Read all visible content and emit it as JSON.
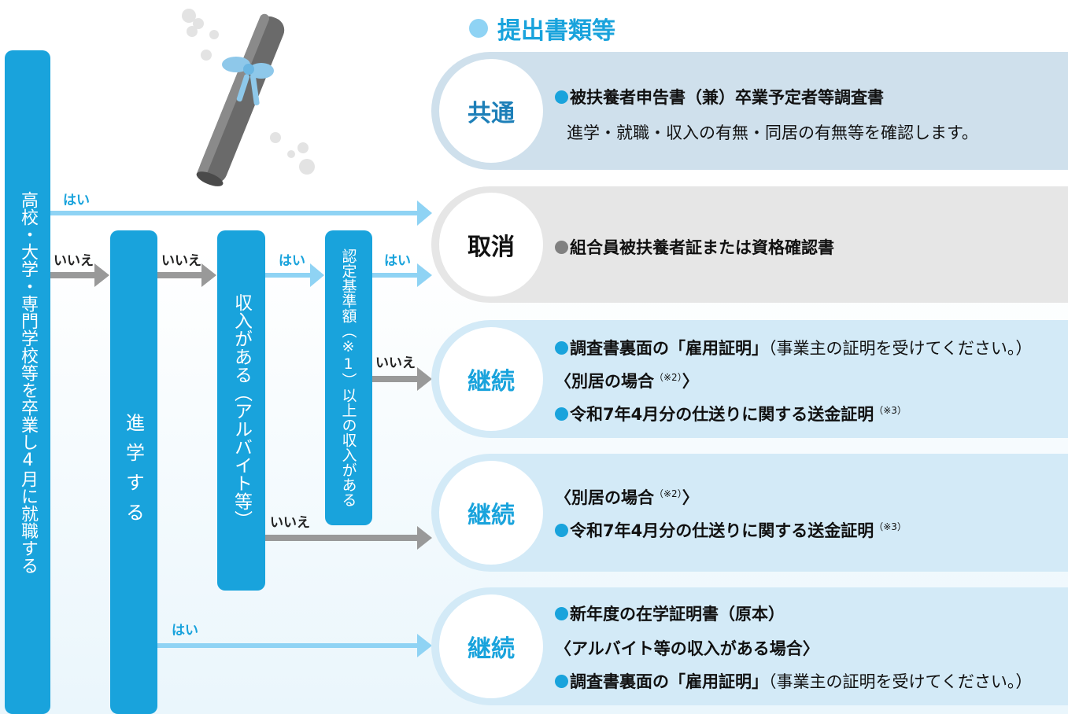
{
  "header": {
    "title": "提出書類等"
  },
  "colors": {
    "accent": "#19a3dc",
    "gray_row": "#e6e6e6",
    "blue_row": "#d3eaf7",
    "common_row": "#cfe0ec",
    "arrow_gray": "#999999"
  },
  "flow": {
    "start": "高校・大学・専門学校等を卒業し4月に就職する",
    "q_study": "進学する",
    "q_income": "収入がある（アルバイト等）",
    "q_threshold": "認定基準額（※1）以上の収入がある",
    "yes": "はい",
    "no": "いいえ"
  },
  "rows": {
    "common": {
      "badge": "共通",
      "item": "被扶養者申告書（兼）卒業予定者等調査書",
      "desc": "進学・就職・収入の有無・同居の有無等を確認します。"
    },
    "cancel": {
      "badge": "取消",
      "item": "組合員被扶養者証または資格確認書"
    },
    "continue1": {
      "badge": "継続",
      "item1": "調査書裏面の「雇用証明」",
      "item1_note": "（事業主の証明を受けてください。）",
      "cond": "〈別居の場合",
      "cond_sup": "（※2）",
      "cond_end": "〉",
      "item2": "令和7年4月分の仕送りに関する送金証明",
      "item2_sup": "（※3）"
    },
    "continue2": {
      "badge": "継続",
      "cond": "〈別居の場合",
      "cond_sup": "（※2）",
      "cond_end": "〉",
      "item": "令和7年4月分の仕送りに関する送金証明",
      "item_sup": "（※3）"
    },
    "continue3": {
      "badge": "継続",
      "item1": "新年度の在学証明書（原本）",
      "cond": "〈アルバイト等の収入がある場合〉",
      "item2": "調査書裏面の「雇用証明」",
      "item2_note": "（事業主の証明を受けてください。）"
    }
  }
}
